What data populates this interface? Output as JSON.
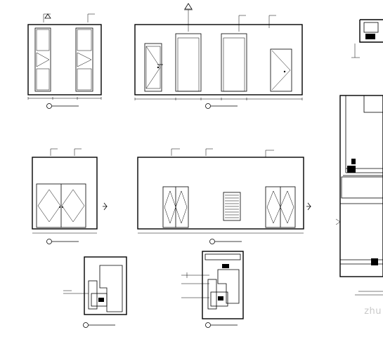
{
  "drawing": {
    "watermark": "zhu",
    "elevations": [
      {
        "id": "elev-1",
        "marker": ""
      },
      {
        "id": "elev-2",
        "marker": ""
      },
      {
        "id": "elev-3",
        "marker": ""
      },
      {
        "id": "elev-4",
        "marker": ""
      },
      {
        "id": "detail-1",
        "marker": ""
      },
      {
        "id": "detail-2",
        "marker": ""
      }
    ]
  },
  "colors": {
    "line": "#000000",
    "background": "#ffffff",
    "watermark": "#c9c9c9"
  }
}
